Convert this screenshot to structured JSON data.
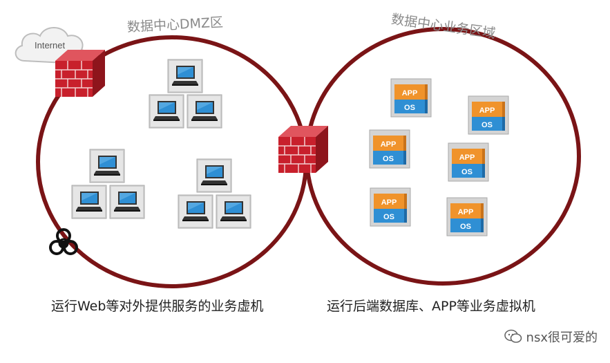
{
  "zones": {
    "dmz_title": "数据中心DMZ区",
    "business_title": "数据中心业务区域"
  },
  "cloud_label": "Internet",
  "app_label": "APP",
  "os_label": "OS",
  "captions": {
    "left": "运行Web等对外提供服务的业务虚机",
    "right": "运行后端数据库、APP等业务虚拟机"
  },
  "watermark": "nsx很可爱的",
  "colors": {
    "circle": "#7a1416",
    "firewall": "#c8202c",
    "app": "#f0932b",
    "os": "#2f8fd4",
    "monitor_screen": "#2f8fd4"
  }
}
